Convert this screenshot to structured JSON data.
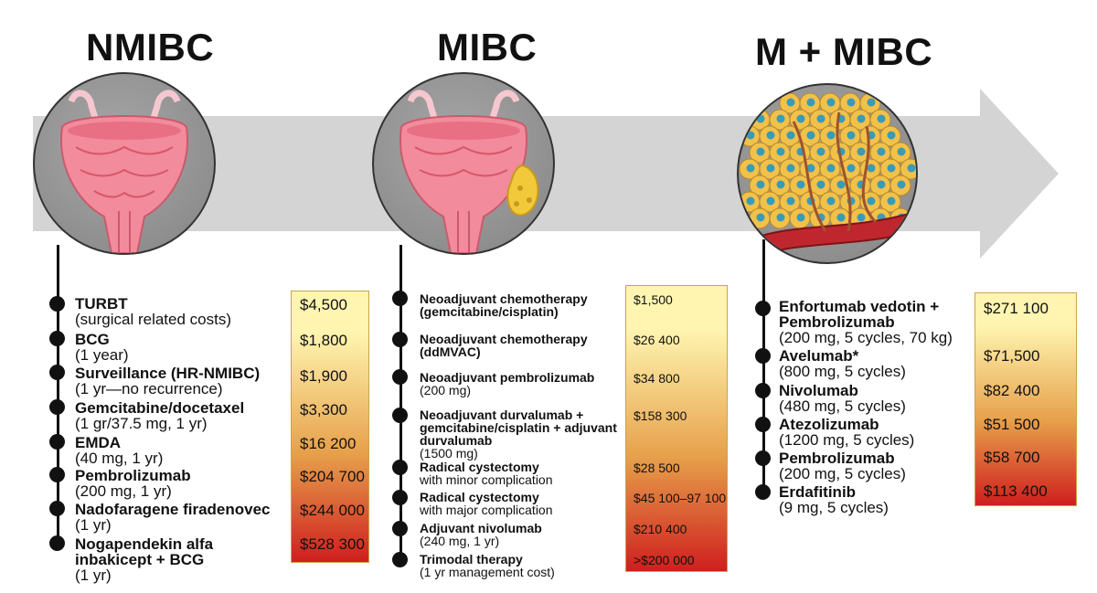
{
  "stages": [
    {
      "title": "NMIBC",
      "items": [
        {
          "name": "TURBT",
          "detail": "(surgical related costs)",
          "cost": "$4,500"
        },
        {
          "name": "BCG",
          "detail": "(1 year)",
          "cost": "$1,800"
        },
        {
          "name": "Surveillance (HR-NMIBC)",
          "detail": "(1 yr—no recurrence)",
          "cost": "$1,900"
        },
        {
          "name": "Gemcitabine/docetaxel",
          "detail": "(1 gr/37.5 mg, 1 yr)",
          "cost": "$3,300"
        },
        {
          "name": "EMDA",
          "detail": "(40 mg, 1 yr)",
          "cost": "$16 200"
        },
        {
          "name": "Pembrolizumab",
          "detail": "(200 mg, 1 yr)",
          "cost": "$204 700"
        },
        {
          "name": "Nadofaragene firadenovec",
          "detail": "(1 yr)",
          "cost": "$244 000"
        },
        {
          "name": "Nogapendekin alfa inbakicept + BCG",
          "detail": "(1 yr)",
          "cost": "$528 300"
        }
      ]
    },
    {
      "title": "MIBC",
      "items": [
        {
          "name": "Neoadjuvant chemotherapy",
          "detail": "(gemcitabine/cisplatin)",
          "cost": "$1,500"
        },
        {
          "name": "Neoadjuvant chemotherapy",
          "detail": "(ddMVAC)",
          "cost": "$26 400"
        },
        {
          "name": "Neoadjuvant pembrolizumab",
          "detail": "(200 mg)",
          "cost": "$34 800"
        },
        {
          "name": "Neoadjuvant durvalumab + gemcitabine/cisplatin + adjuvant durvalumab",
          "detail": "(1500 mg)",
          "cost": "$158 300"
        },
        {
          "name": "Radical cystectomy",
          "detail": "with minor complication",
          "cost": "$28 500"
        },
        {
          "name": "Radical cystectomy",
          "detail": "with major complication",
          "cost": "$45 100–97 100"
        },
        {
          "name": "Adjuvant nivolumab",
          "detail": "(240 mg, 1 yr)",
          "cost": "$210 400"
        },
        {
          "name": "Trimodal therapy",
          "detail": "(1 yr management cost)",
          "cost": ">$200 000"
        }
      ]
    },
    {
      "title": "M + MIBC",
      "items": [
        {
          "name": "Enfortumab vedotin + Pembrolizumab",
          "detail": "(200 mg, 5 cycles, 70 kg)",
          "cost": "$271 100"
        },
        {
          "name": "Avelumab*",
          "detail": "(800 mg, 5 cycles)",
          "cost": "$71,500"
        },
        {
          "name": "Nivolumab",
          "detail": "(480 mg, 5 cycles)",
          "cost": "$82 400"
        },
        {
          "name": "Atezolizumab",
          "detail": "(1200 mg, 5 cycles)",
          "cost": "$51 500"
        },
        {
          "name": "Pembrolizumab",
          "detail": "(200 mg, 5 cycles)",
          "cost": "$58 700"
        },
        {
          "name": "Erdafitinib",
          "detail": "(9 mg, 5 cycles)",
          "cost": "$113 400"
        }
      ]
    }
  ],
  "colors": {
    "arrow": "#d4d4d4",
    "circle": "#9a9a9a",
    "bladder": "#f28b9b",
    "tumor": "#f1c93b",
    "cell": "#f2c14a",
    "nucleus": "#3a9bb6",
    "cost_top": "#fff5b0",
    "cost_mid": "#e7a04b",
    "cost_bottom": "#cf1e1e"
  }
}
